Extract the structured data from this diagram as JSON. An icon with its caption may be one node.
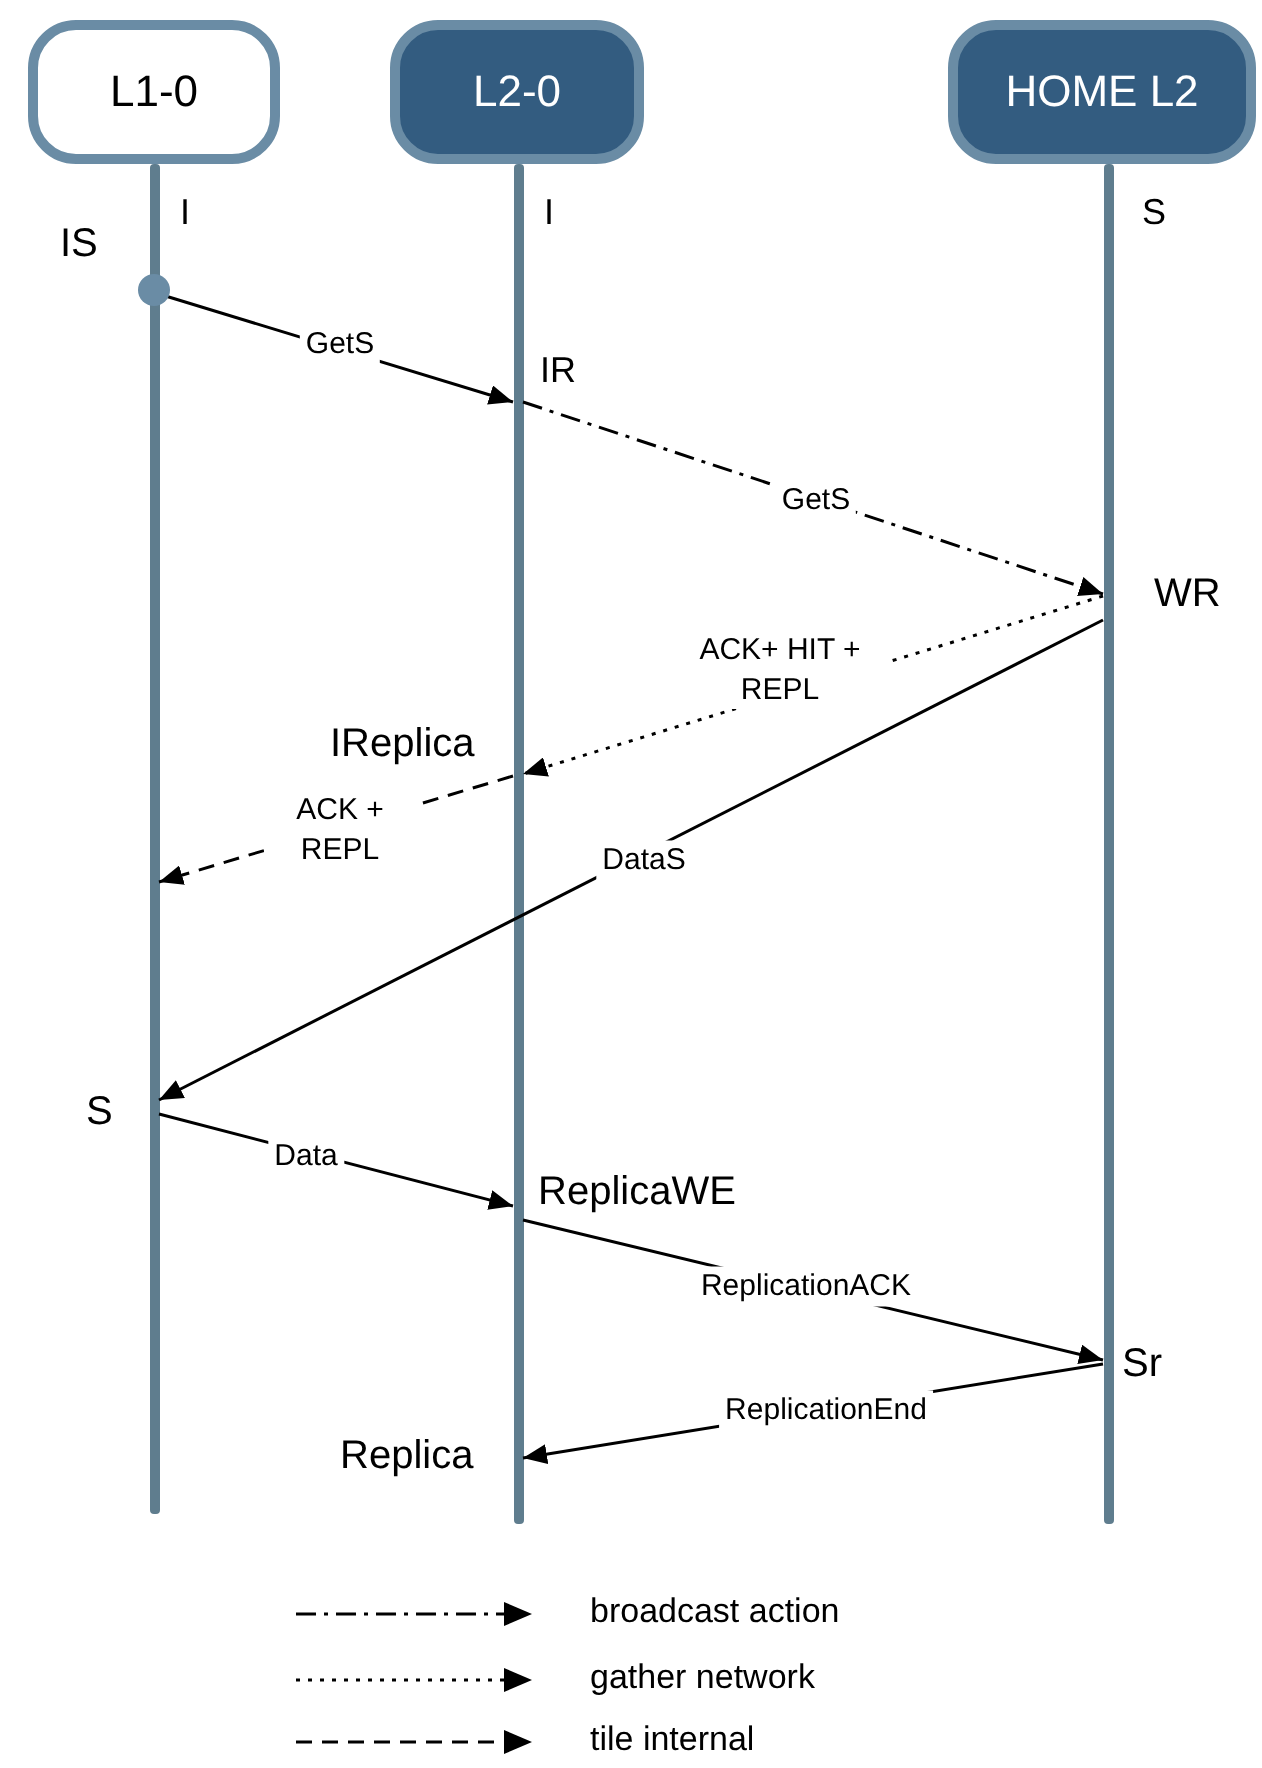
{
  "diagram": {
    "nodes": [
      {
        "text": [
          "L1-0"
        ]
      },
      {
        "text": [
          "L2-0"
        ]
      },
      {
        "text": [
          "HOME L2"
        ]
      },
      {
        "text": [],
        "shape": "bar"
      },
      {
        "text": [],
        "shape": "bar"
      },
      {
        "text": [],
        "shape": "bar"
      }
    ],
    "edges": [
      {
        "from": 3,
        "to": 4,
        "arrow": "to",
        "label": "GetS"
      },
      {
        "from": 4,
        "to": 5,
        "arrow": "to",
        "label": "GetS",
        "style": "dashed"
      },
      {
        "from": 5,
        "to": 4,
        "arrow": "to",
        "label": "ACK+ HIT + REPL",
        "style": "dashed"
      },
      {
        "from": 4,
        "to": 3,
        "arrow": "to",
        "label": "ACK + REPL",
        "style": "dashed"
      },
      {
        "from": 5,
        "to": 3,
        "arrow": "to",
        "label": "DataS"
      },
      {
        "from": 3,
        "to": 4,
        "arrow": "to",
        "label": "Data"
      },
      {
        "from": 4,
        "to": 5,
        "arrow": "to",
        "label": "ReplicationACK"
      },
      {
        "from": 5,
        "to": 4,
        "arrow": "to",
        "label": "ReplicationEnd"
      }
    ],
    "labels": [
      "I",
      "I",
      "S",
      "IS",
      "IR",
      "WR",
      "IReplica",
      "S",
      "ReplicaWE",
      "Sr",
      "Replica"
    ],
    "legend": [
      {
        "text": "broadcast action"
      },
      {
        "text": "gather network"
      },
      {
        "text": "tile internal"
      }
    ]
  }
}
